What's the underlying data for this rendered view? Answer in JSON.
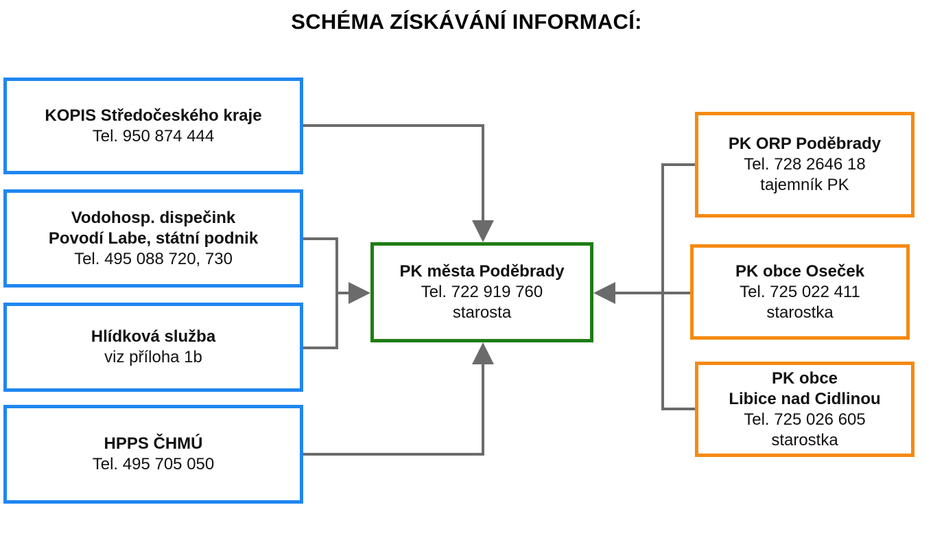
{
  "title": "SCHÉMA ZÍSKÁVÁNÍ INFORMACÍ:",
  "colors": {
    "source_border": "#1f86f0",
    "center_border": "#1e7d14",
    "municipality_border": "#f58a12",
    "connector": "#6b6b6b"
  },
  "sources": [
    {
      "name": "KOPIS Středočeského kraje",
      "lines": [
        "Tel. 950 874 444"
      ]
    },
    {
      "name": "Vodohosp. dispečink",
      "name2": "Povodí Labe, státní podnik",
      "lines": [
        "Tel. 495 088 720, 730"
      ]
    },
    {
      "name": "Hlídková služba",
      "lines": [
        "viz příloha 1b"
      ]
    },
    {
      "name": "HPPS ČHMÚ",
      "lines": [
        "Tel. 495 705 050"
      ]
    }
  ],
  "center": {
    "name": "PK města Poděbrady",
    "lines": [
      "Tel. 722 919 760",
      "starosta"
    ]
  },
  "municipalities": [
    {
      "name": "PK ORP Poděbrady",
      "lines": [
        "Tel. 728 2646 18",
        "tajemník PK"
      ]
    },
    {
      "name": "PK obce Oseček",
      "lines": [
        "Tel. 725 022 411",
        "starostka"
      ]
    },
    {
      "name": "PK obce",
      "name2": "Libice nad Cidlinou",
      "lines": [
        "Tel. 725 026 605",
        "starostka"
      ]
    }
  ]
}
